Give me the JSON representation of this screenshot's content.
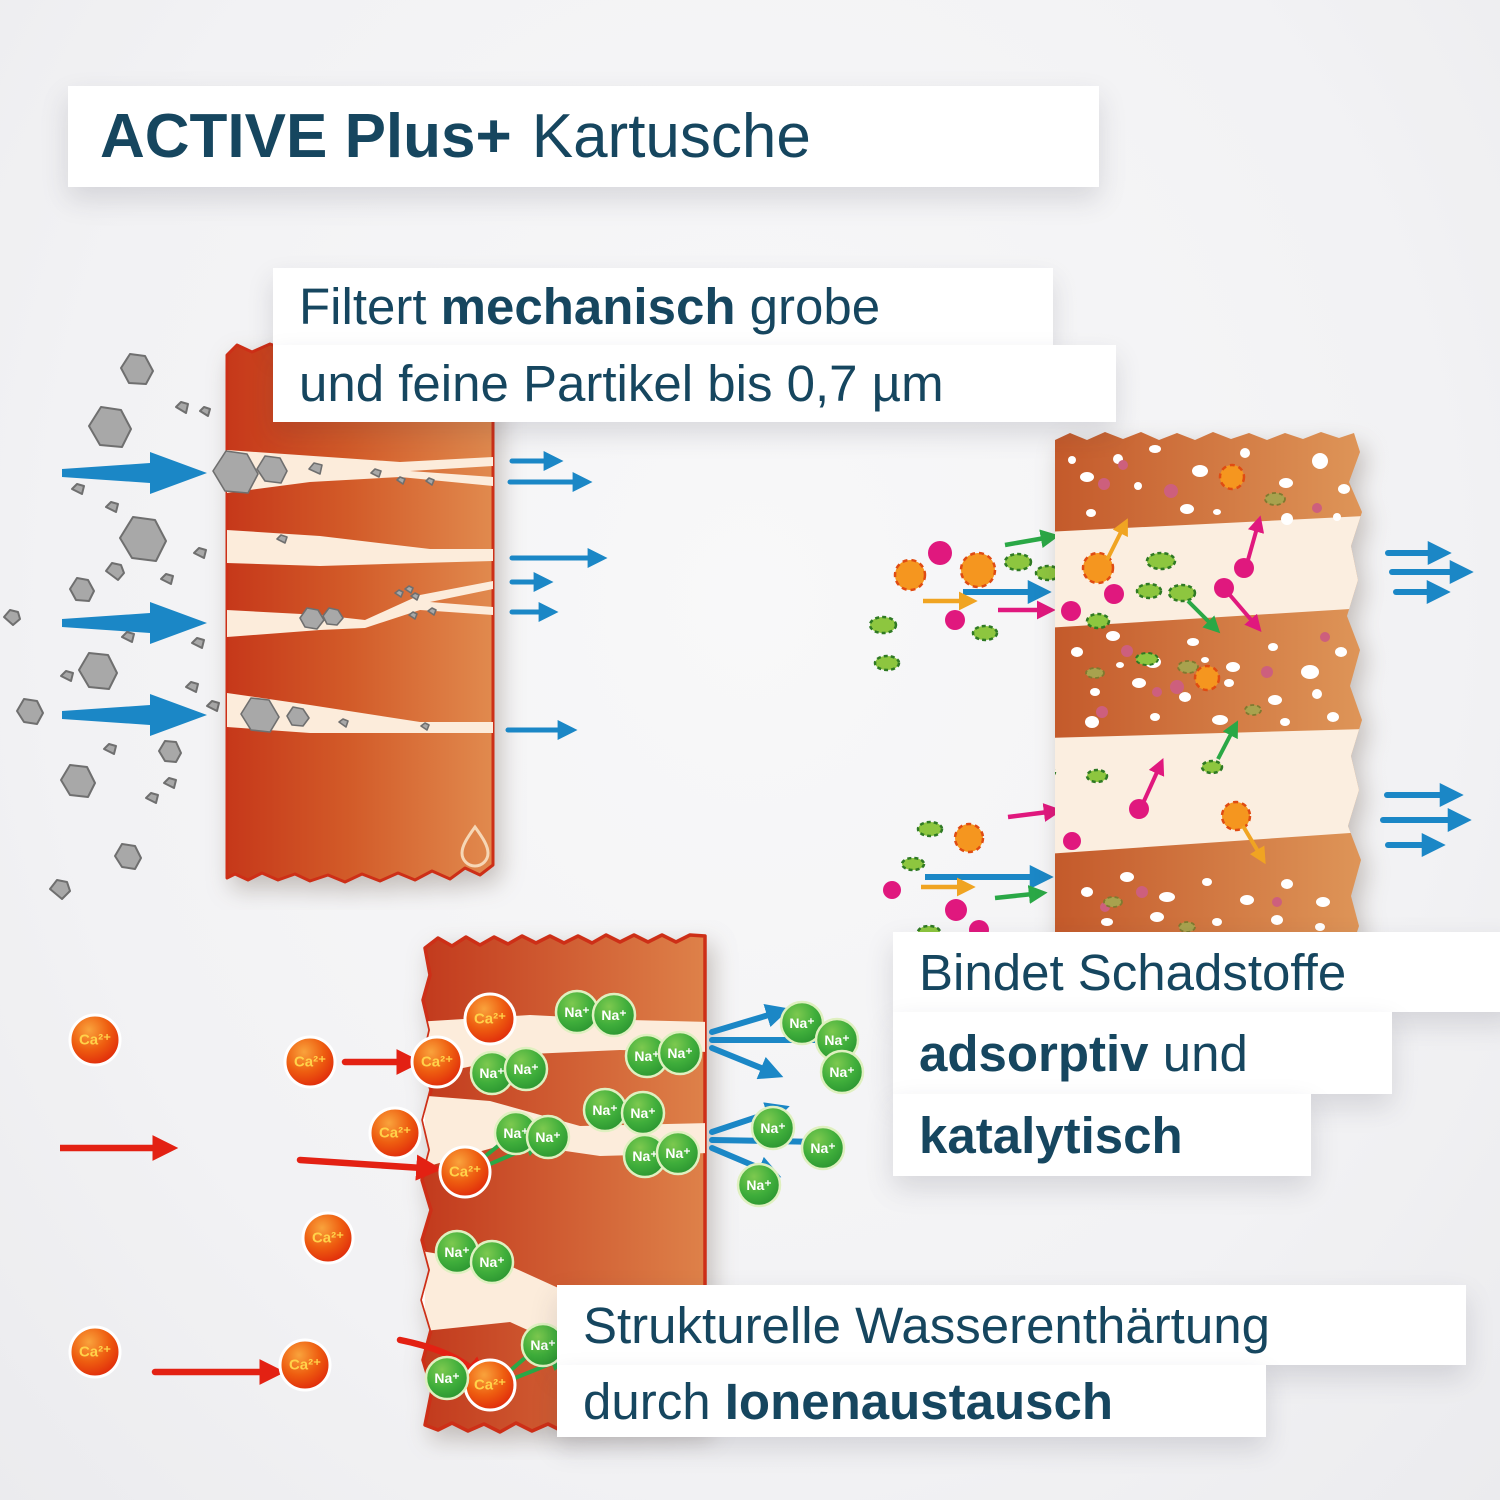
{
  "title": {
    "bold": "ACTIVE Plus+",
    "light": "Kartusche"
  },
  "captions": {
    "mechanical": {
      "pre": "Filtert ",
      "bold": "mechanisch",
      "post": " grobe",
      "line2": "und feine Partikel bis 0,7 µm"
    },
    "adsorptive": {
      "line1": "Bindet Schadstoffe",
      "bold": "adsorptiv",
      "post": " und",
      "bold2": "katalytisch"
    },
    "softening": {
      "line1": "Strukturelle Wasserenthärtung",
      "pre": "durch ",
      "bold": "Ionenaustausch"
    }
  },
  "ions": {
    "calcium": "Ca²⁺",
    "sodium": "Na⁺"
  },
  "icons": {
    "water_drop": "water-drop-icon"
  },
  "colors": {
    "text_navy": "#16465f",
    "filter_orange_dark": "#c6381a",
    "filter_orange_light": "#e18a4e",
    "filter_border_red": "#cd2f17",
    "channel_cream": "#fcecdb",
    "arrow_blue": "#1b87c6",
    "arrow_red": "#e32113",
    "arrow_green": "#2aa846",
    "arrow_pink": "#e0187e",
    "arrow_orange": "#f0a422",
    "particle_gray": "#a8a8a8",
    "dot_pink": "#cd5f7d",
    "dot_olive": "#a8a24e",
    "particle_green": "#8dc63f",
    "particle_orange": "#f5961f",
    "ion_calcium_red": "#e3200b",
    "ion_sodium_green": "#3fae3b",
    "background": "#f4f4f6"
  }
}
